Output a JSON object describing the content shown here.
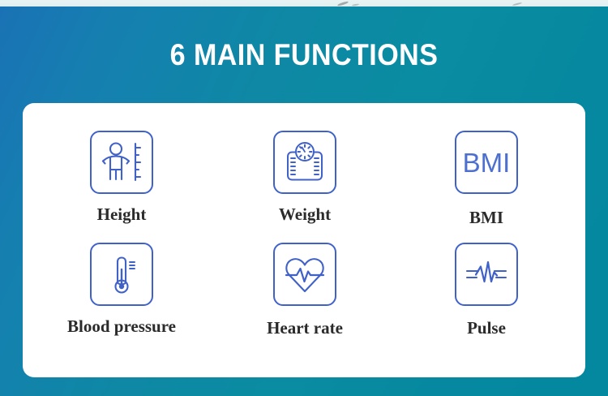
{
  "header": {
    "title": "6 MAIN FUNCTIONS",
    "title_color": "#ffffff"
  },
  "theme": {
    "background_teal": "#0a8ca2",
    "background_blue": "#1a72b5",
    "card_background": "#ffffff",
    "icon_stroke": "#4061c8",
    "label_color": "#2b2b2b"
  },
  "card": {
    "functions": [
      {
        "label": "Height",
        "icon": "height-person-ruler-icon"
      },
      {
        "label": "Weight",
        "icon": "weight-scale-icon"
      },
      {
        "label": "BMI",
        "icon": "bmi-text-icon",
        "icon_text": "BMI"
      },
      {
        "label": "Blood pressure",
        "icon": "thermometer-icon"
      },
      {
        "label": "Heart rate",
        "icon": "heart-ecg-icon"
      },
      {
        "label": "Pulse",
        "icon": "pulse-waveform-icon"
      }
    ]
  }
}
